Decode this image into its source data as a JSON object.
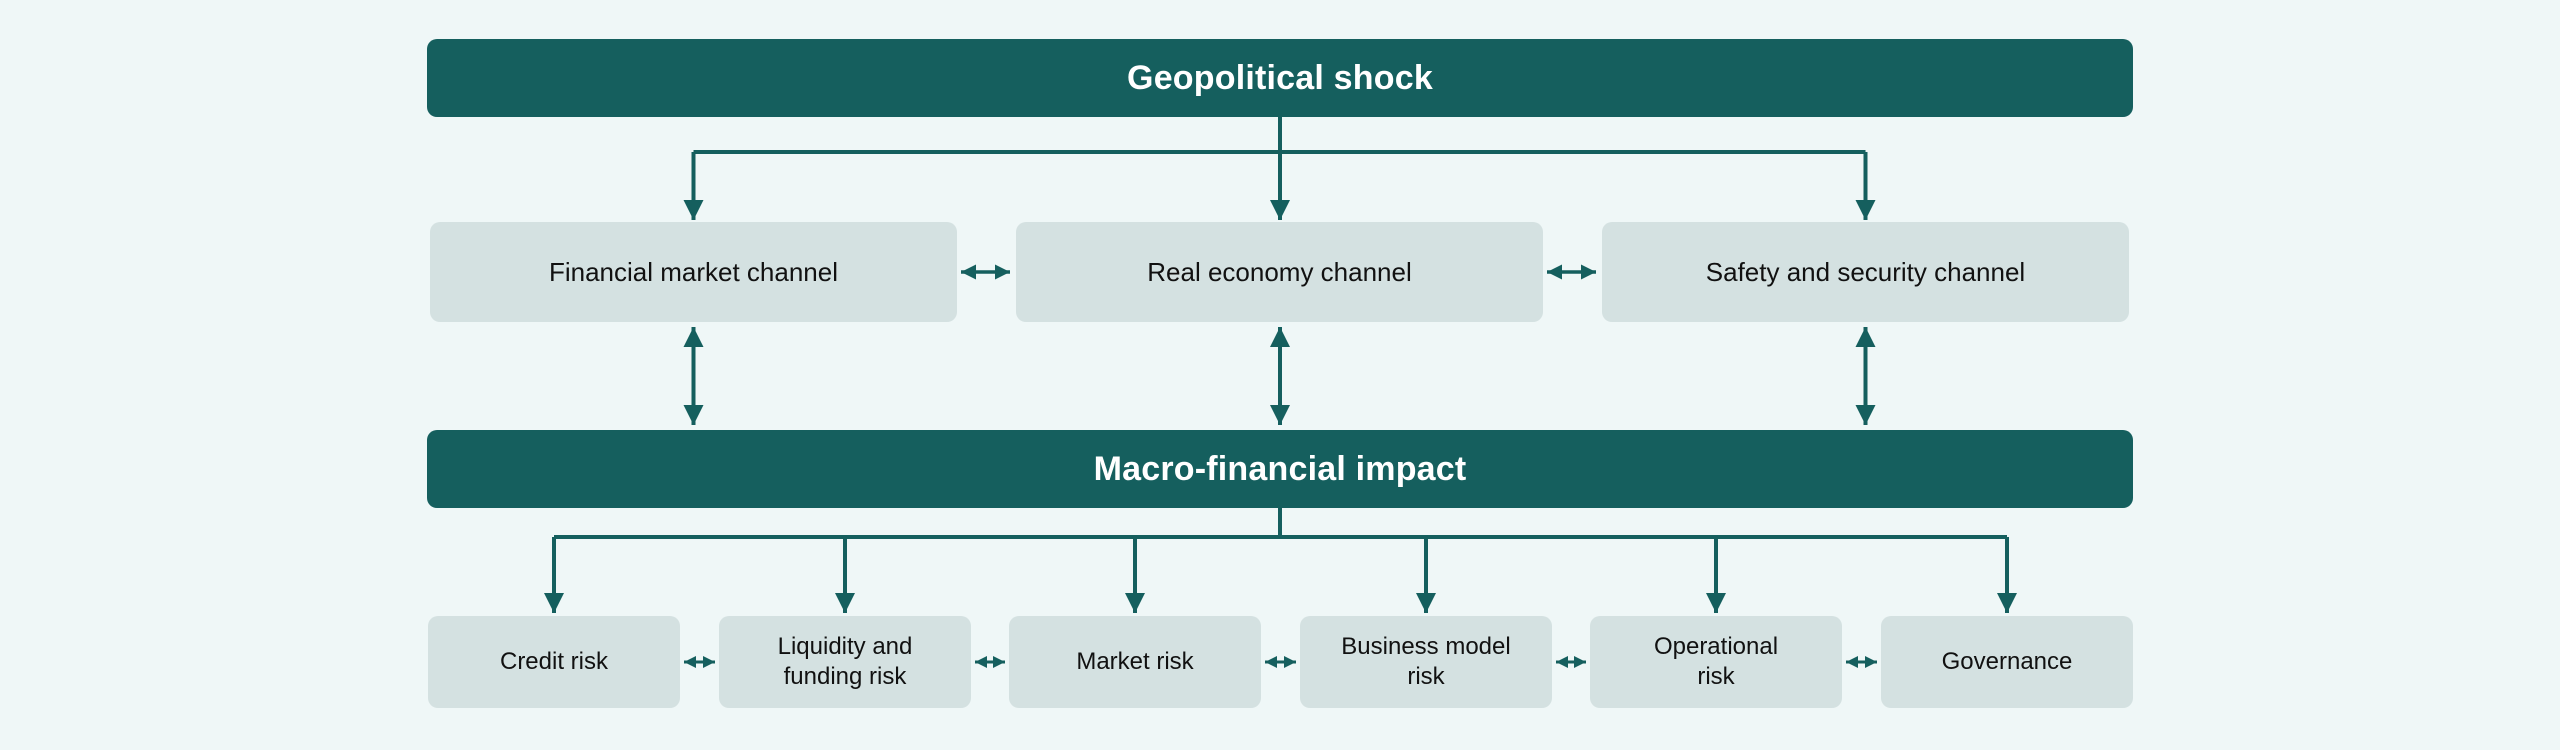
{
  "diagram": {
    "top_banner": "Geopolitical shock",
    "middle_banner": "Macro-financial impact",
    "channels": [
      {
        "label": "Financial market channel"
      },
      {
        "label": "Real economy channel"
      },
      {
        "label": "Safety and security channel"
      }
    ],
    "risks": [
      {
        "label": "Credit risk"
      },
      {
        "label": "Liquidity and\nfunding risk"
      },
      {
        "label": "Market risk"
      },
      {
        "label": "Business model\nrisk"
      },
      {
        "label": "Operational\nrisk"
      },
      {
        "label": "Governance"
      }
    ],
    "colors": {
      "teal": "#155f5e",
      "box_fill": "#d4e1e1",
      "background": "#eff7f7",
      "banner_text": "#ffffff",
      "box_text": "#111111"
    }
  }
}
